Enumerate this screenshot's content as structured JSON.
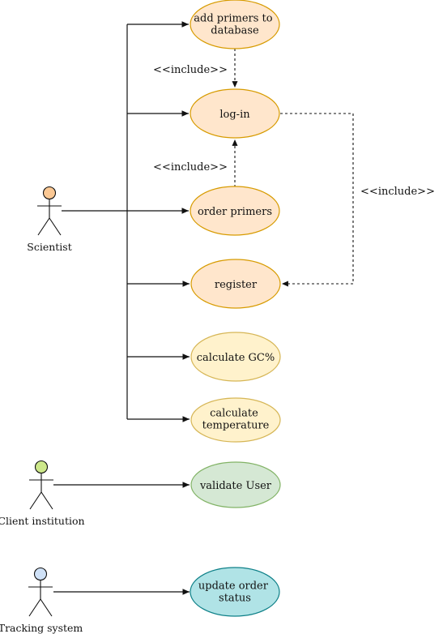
{
  "actors": {
    "scientist": {
      "label": "Scientist",
      "color": "#fbc894"
    },
    "client": {
      "label": "Client institution",
      "color": "#cde88a"
    },
    "tracking": {
      "label": "Tracking system",
      "color": "#cfe1f7"
    }
  },
  "use_cases": {
    "add_primers": {
      "lines": [
        "add primers to",
        "database"
      ],
      "fill": "#ffe6cc",
      "stroke": "#d79b00"
    },
    "login": {
      "lines": [
        "log-in"
      ],
      "fill": "#ffe6cc",
      "stroke": "#d79b00"
    },
    "order_primers": {
      "lines": [
        "order primers"
      ],
      "fill": "#ffe6cc",
      "stroke": "#d79b00"
    },
    "register": {
      "lines": [
        "register"
      ],
      "fill": "#ffe6cc",
      "stroke": "#d79b00"
    },
    "calc_gc": {
      "lines": [
        "calculate GC%"
      ],
      "fill": "#fff2cc",
      "stroke": "#d6b656"
    },
    "calc_temp": {
      "lines": [
        "calculate",
        "temperature"
      ],
      "fill": "#fff2cc",
      "stroke": "#d6b656"
    },
    "validate_user": {
      "lines": [
        "validate User"
      ],
      "fill": "#d5e8d4",
      "stroke": "#82b366"
    },
    "update_status": {
      "lines": [
        "update order",
        "status"
      ],
      "fill": "#b0e3e6",
      "stroke": "#0e8088"
    }
  },
  "relations": {
    "include_label": "<<include>>"
  }
}
